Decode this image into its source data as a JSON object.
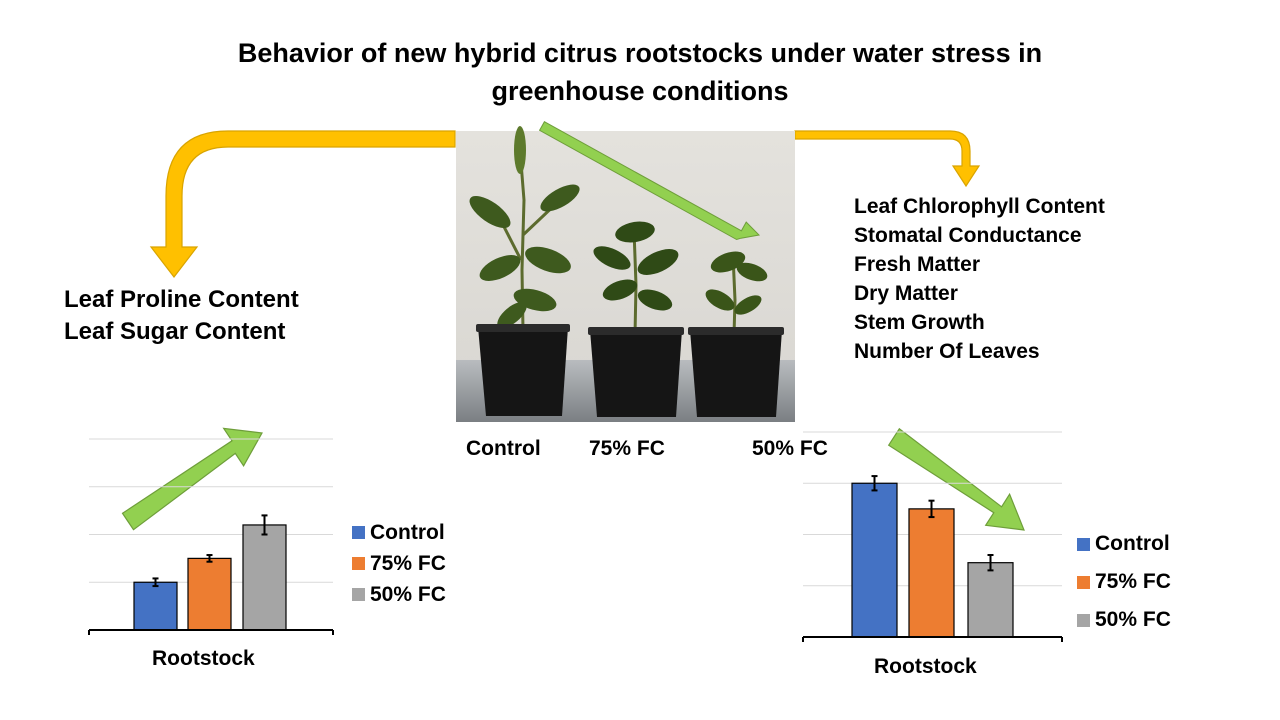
{
  "title": {
    "line1": "Behavior of new hybrid citrus rootstocks under water stress in",
    "line2": "greenhouse conditions"
  },
  "left_params": [
    "Leaf Proline Content",
    "Leaf Sugar Content"
  ],
  "right_params": [
    "Leaf Chlorophyll Content",
    "Stomatal Conductance",
    "Fresh Matter",
    "Dry Matter",
    "Stem Growth",
    "Number Of Leaves"
  ],
  "photo_labels": [
    "Control",
    "75%  FC",
    "50%  FC"
  ],
  "colors": {
    "control": "#4472C4",
    "fc75": "#ED7D31",
    "fc50": "#A5A5A5",
    "flow_arrow": "#FFC000",
    "trend_arrow": "#92D050"
  },
  "icons": {
    "flow_left": "curved-down-arrow-icon",
    "flow_right": "curved-down-arrow-icon",
    "trend_up": "up-trend-arrow-icon",
    "trend_down": "down-trend-arrow-icon"
  },
  "chart_data": [
    {
      "type": "bar",
      "categories": [
        "Rootstock"
      ],
      "xlabel": "Rootstock",
      "ylim": [
        0,
        4
      ],
      "grid": true,
      "legend": "right",
      "series": [
        {
          "name": "Control",
          "values": [
            1.0
          ],
          "errors": [
            0.08
          ]
        },
        {
          "name": "75%  FC",
          "values": [
            1.5
          ],
          "errors": [
            0.07
          ]
        },
        {
          "name": "50%  FC",
          "values": [
            2.2
          ],
          "errors": [
            0.2
          ]
        }
      ]
    },
    {
      "type": "bar",
      "categories": [
        "Rootstock"
      ],
      "xlabel": "Rootstock",
      "ylim": [
        0,
        4
      ],
      "grid": true,
      "legend": "right",
      "series": [
        {
          "name": "Control",
          "values": [
            3.0
          ],
          "errors": [
            0.14
          ]
        },
        {
          "name": "75%  FC",
          "values": [
            2.5
          ],
          "errors": [
            0.16
          ]
        },
        {
          "name": "50%  FC",
          "values": [
            1.45
          ],
          "errors": [
            0.15
          ]
        }
      ]
    }
  ]
}
